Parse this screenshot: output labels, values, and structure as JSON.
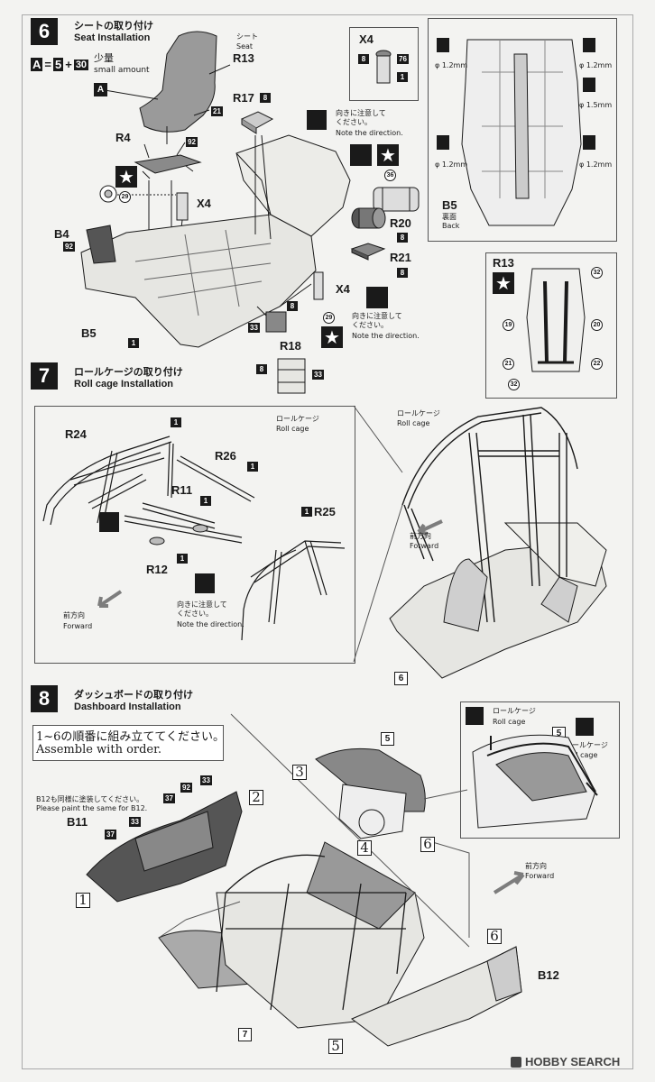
{
  "step6": {
    "number": "6",
    "title_jp": "シートの取り付け",
    "title_en": "Seat Installation",
    "mix": {
      "a": "A",
      "eq": "=",
      "c1": "5",
      "plus": "+",
      "c2": "30",
      "jp": "少量",
      "en": "small amount"
    },
    "seat_label_jp": "シート",
    "seat_label_en": "Seat",
    "parts": {
      "r13": "R13",
      "a": "A",
      "n21": "21",
      "r4": "R4",
      "n92a": "92",
      "n29": "29",
      "x4a": "X4",
      "b4": "B4",
      "n92b": "92",
      "b5": "B5",
      "n1": "1",
      "r17": "R17",
      "n8a": "8",
      "n36": "36",
      "r20": "R20",
      "n8b": "8",
      "r21": "R21",
      "n8c": "8",
      "x4b": "X4",
      "n29b": "29",
      "n33": "33",
      "n8d": "8",
      "r18": "R18",
      "n8e": "8",
      "n33b": "33"
    },
    "note_a_jp": "向きに注意して\nください。",
    "note_a_en": "Note the direction.",
    "note_b_jp": "向きに注意して\nください。",
    "note_b_en": "Note the direction.",
    "x4_box": {
      "title": "X4",
      "n8": "8",
      "n76": "76",
      "n1": "1"
    },
    "b5_box": {
      "label": "B5",
      "sub_jp": "裏面",
      "sub_en": "Back",
      "d1": "φ 1.2mm",
      "d2": "φ 1.2mm",
      "d3": "φ 1.5mm",
      "d4": "φ 1.2mm",
      "d5": "φ 1.2mm"
    },
    "r13_box": {
      "label": "R13",
      "n32a": "32",
      "n19": "19",
      "n20": "20",
      "n21": "21",
      "n22": "22",
      "n32b": "32"
    }
  },
  "step7": {
    "number": "7",
    "title_jp": "ロールケージの取り付け",
    "title_en": "Roll cage Installation",
    "rollcage_jp": "ロールケージ",
    "rollcage_en": "Roll cage",
    "rollcage2_jp": "ロールケージ",
    "rollcage2_en": "Roll cage",
    "parts": {
      "r24": "R24",
      "n1a": "1",
      "r26": "R26",
      "n1b": "1",
      "r11": "R11",
      "n1c": "1",
      "n1d": "1",
      "r25": "R25",
      "r12": "R12",
      "n1e": "1",
      "n6": "6"
    },
    "forward_jp": "前方向",
    "forward_en": "Forward",
    "forward2_jp": "前方向",
    "forward2_en": "Forward",
    "note_jp": "向きに注意して\nください。",
    "note_en": "Note the direction."
  },
  "step8": {
    "number": "8",
    "title_jp": "ダッシュボードの取り付け",
    "title_en": "Dashboard Installation",
    "order_jp": "1~6の順番に組み立ててください。",
    "order_en": "Assemble with order.",
    "paint_jp": "B12も同様に塗装してください。",
    "paint_en": "Please paint the same for B12.",
    "parts": {
      "b11": "B11",
      "n37a": "37",
      "n33a": "33",
      "n37b": "37",
      "n92": "92",
      "n33b": "33",
      "n5": "5",
      "b12": "B12",
      "n7": "7",
      "n5b": "5"
    },
    "order_marks": {
      "o1": "1",
      "o2": "2",
      "o3": "3",
      "o4": "4",
      "o5": "5",
      "o6a": "6",
      "o6b": "6"
    },
    "inset": {
      "rollcage_jp_a": "ロールケージ",
      "rollcage_en_a": "Roll cage",
      "rollcage_jp_b": "ロールケージ",
      "rollcage_en_b": "Roll cage",
      "n5": "5"
    },
    "forward_jp": "前方向",
    "forward_en": "Forward"
  },
  "watermark": "HOBBY SEARCH",
  "colors": {
    "ink": "#1a1a1a",
    "paper": "#f3f3f1",
    "grey_part": "#9a9a9a",
    "arrow": "#7d7d7d"
  }
}
